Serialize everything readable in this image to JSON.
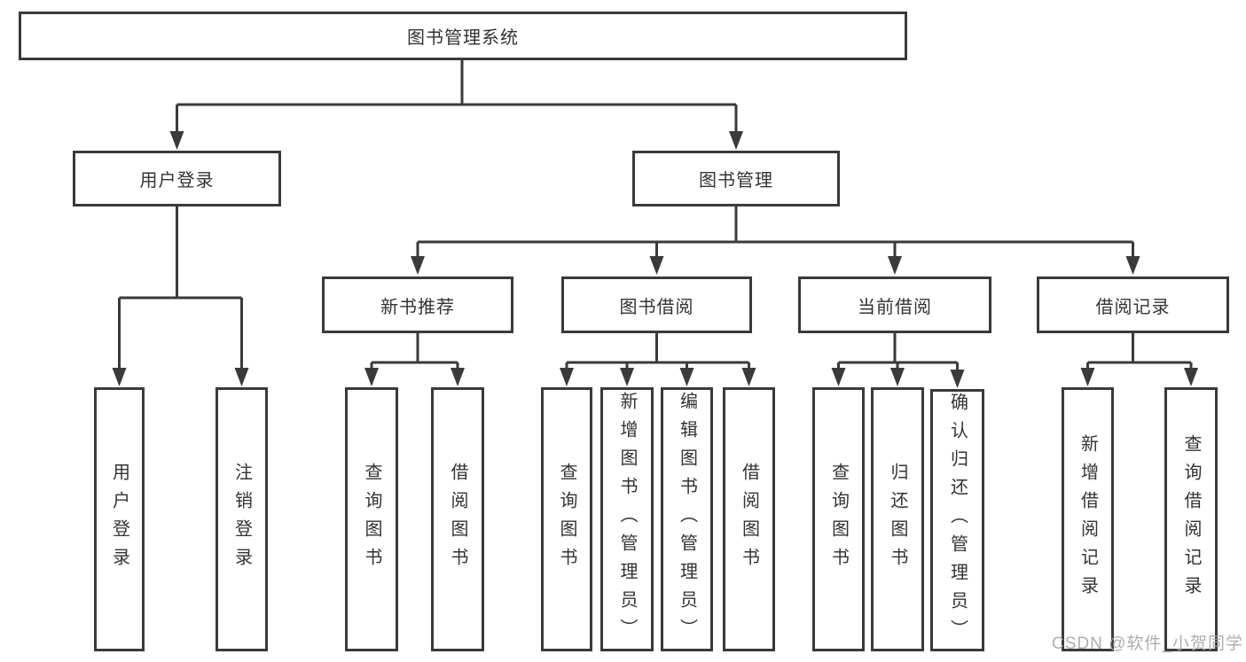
{
  "watermark": "CSDN @软件_小贺同学",
  "colors": {
    "line": "#3a3a3a",
    "box_border": "#3a3a3a",
    "text": "#333333",
    "watermark": "#a6a6a6",
    "background": "#ffffff"
  },
  "tree": {
    "root": {
      "label": "图书管理系统"
    },
    "branches": [
      {
        "label": "用户登录",
        "children": [
          {
            "label": "用户登录"
          },
          {
            "label": "注销登录"
          }
        ]
      },
      {
        "label": "图书管理",
        "children": [
          {
            "label": "新书推荐",
            "children": [
              {
                "label": "查询图书"
              },
              {
                "label": "借阅图书"
              }
            ]
          },
          {
            "label": "图书借阅",
            "children": [
              {
                "label": "查询图书"
              },
              {
                "label": "新增图书（管理员）"
              },
              {
                "label": "编辑图书（管理员）"
              },
              {
                "label": "借阅图书"
              }
            ]
          },
          {
            "label": "当前借阅",
            "children": [
              {
                "label": "查询图书"
              },
              {
                "label": "归还图书"
              },
              {
                "label": "确认归还（管理员）"
              }
            ]
          },
          {
            "label": "借阅记录",
            "children": [
              {
                "label": "新增借阅记录"
              },
              {
                "label": "查询借阅记录"
              }
            ]
          }
        ]
      }
    ]
  }
}
